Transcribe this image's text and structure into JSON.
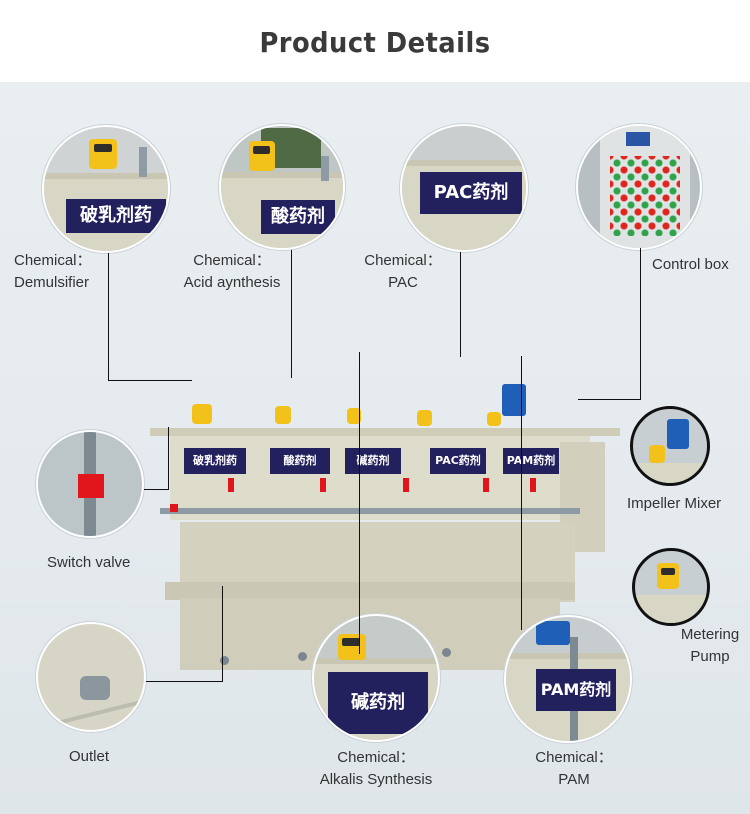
{
  "header": {
    "title": "Product Details"
  },
  "labels": {
    "demulsifier": [
      "Chemical：",
      "Demulsifier"
    ],
    "acid": [
      "Chemical：",
      "Acid aynthesis"
    ],
    "pac": [
      "Chemical：",
      "PAC"
    ],
    "control_box": "Control box",
    "impeller_mixer": "Impeller Mixer",
    "switch_valve": "Switch valve",
    "metering_pump": [
      "Metering",
      "Pump"
    ],
    "outlet": "Outlet",
    "alkalis": [
      "Chemical：",
      "Alkalis Synthesis"
    ],
    "pam": [
      "Chemical：",
      "PAM"
    ]
  },
  "tank_labels": {
    "demulsifier": "破乳剂药",
    "acid": "酸药剂",
    "alkali": "碱药剂",
    "pac": "PAC药剂",
    "pam": "PAM药剂"
  },
  "closeups": {
    "demulsifier": "破乳剂药",
    "acid": "酸药剂",
    "pac": "PAC药剂",
    "alkali": "碱药剂",
    "pam": "PAM药剂"
  },
  "colors": {
    "tank": "#d8d6c4",
    "label_bg": "#23205e",
    "pump": "#f2c21a",
    "valve": "#e0161c",
    "mixer": "#1f5fb8"
  }
}
